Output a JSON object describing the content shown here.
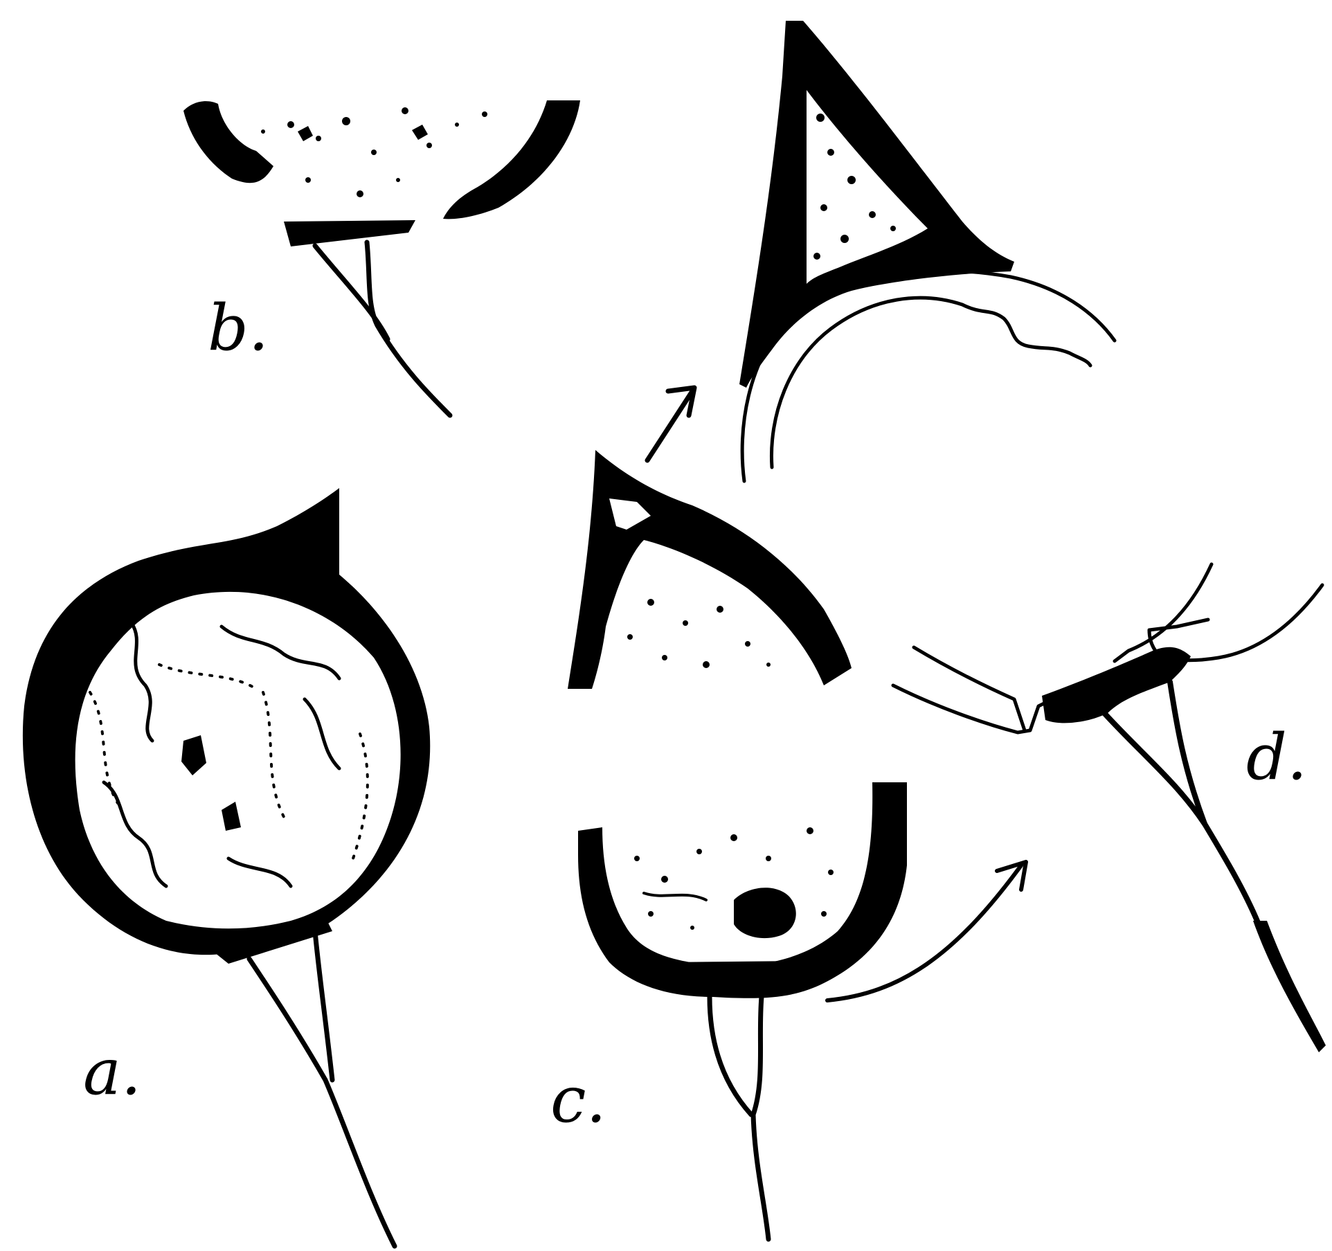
{
  "figure": {
    "labels": {
      "a": "a.",
      "b": "b.",
      "c": "c.",
      "d": "d."
    },
    "ink_color": "#000000",
    "paper_color": "#ffffff"
  }
}
